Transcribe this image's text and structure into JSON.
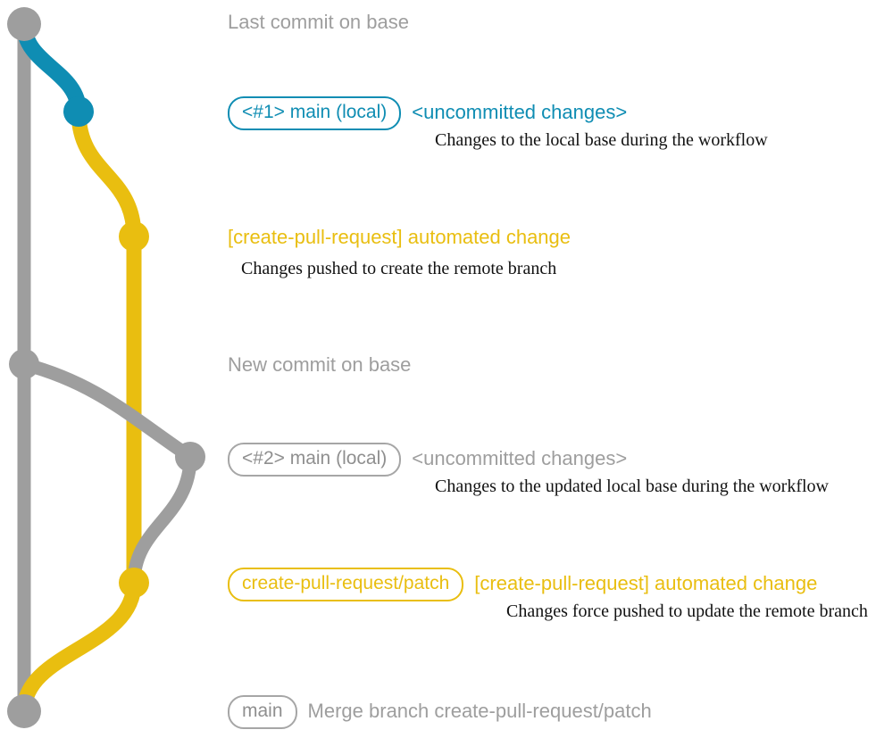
{
  "diagram": {
    "type": "git-branch-graph",
    "colors": {
      "base": "#9e9e9e",
      "local": "#0f8db3",
      "automated": "#e9be10",
      "note_text": "#121212",
      "background": "#ffffff"
    },
    "commits": [
      {
        "id": "base-last",
        "color": "base",
        "lane": "base",
        "label": null,
        "subject": "Last commit on base",
        "note": null
      },
      {
        "id": "local-1",
        "color": "local",
        "lane": "local",
        "label": "<#1> main (local)",
        "subject": "<uncommitted changes>",
        "note": "Changes to the local base during the workflow"
      },
      {
        "id": "patch-1",
        "color": "automated",
        "lane": "patch",
        "label": null,
        "subject": "[create-pull-request] automated change",
        "note": "Changes pushed to create the remote branch"
      },
      {
        "id": "base-new",
        "color": "base",
        "lane": "base",
        "label": null,
        "subject": "New commit on base",
        "note": null
      },
      {
        "id": "local-2",
        "color": "base",
        "lane": "local2",
        "label": "<#2> main (local)",
        "subject": "<uncommitted changes>",
        "note": "Changes to the updated local base during the workflow"
      },
      {
        "id": "patch-2",
        "color": "automated",
        "lane": "patch",
        "label": "create-pull-request/patch",
        "subject": "[create-pull-request] automated change",
        "note": "Changes force pushed to update the remote branch"
      },
      {
        "id": "merge",
        "color": "base",
        "lane": "base",
        "label": "main",
        "subject": "Merge branch create-pull-request/patch",
        "note": null
      }
    ]
  }
}
